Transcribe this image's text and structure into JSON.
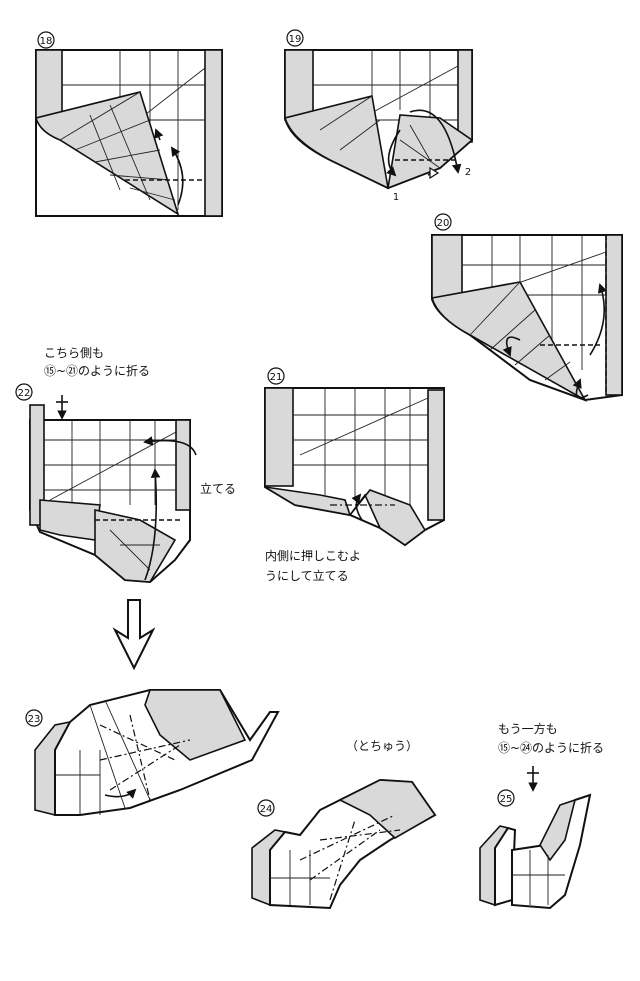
{
  "steps": [
    {
      "number": "18"
    },
    {
      "number": "19",
      "markers": [
        "1",
        "2"
      ]
    },
    {
      "number": "20"
    },
    {
      "number": "21",
      "note_lines": [
        "内側に押しこむよ",
        "うにして立てる"
      ]
    },
    {
      "number": "22",
      "note_lines": [
        "こちら側も",
        "⑮~㉑のように折る"
      ],
      "label": "立てる"
    },
    {
      "number": "23"
    },
    {
      "number": "24",
      "label": "（とちゅう）"
    },
    {
      "number": "25",
      "note_lines": [
        "もう一方も",
        "⑮~㉔のように折る"
      ]
    }
  ]
}
